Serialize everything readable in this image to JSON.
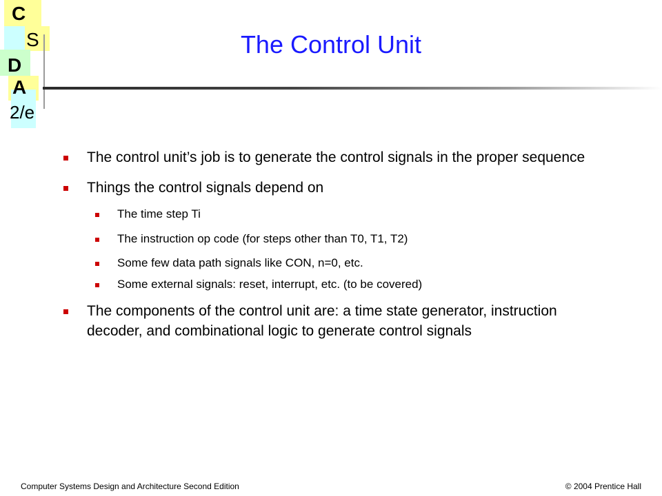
{
  "logo": {
    "letters": [
      "C",
      "S",
      "D",
      "A",
      "2/e"
    ],
    "colors": {
      "yellow": "#ffff99",
      "cyan": "#ccffff",
      "green": "#ccffcc"
    }
  },
  "slide": {
    "title": "The Control Unit",
    "title_color": "#1a1aff",
    "bullet_color": "#cc0000",
    "bullets": [
      {
        "level": 1,
        "text": "The control unit’s job is to generate the control signals in the proper sequence"
      },
      {
        "level": 1,
        "text": "Things the control signals depend on"
      },
      {
        "level": 2,
        "text": "The time step Ti"
      },
      {
        "level": 2,
        "text": "The instruction op code (for steps other than T0, T1, T2)"
      },
      {
        "level": 2,
        "text": "Some few data path signals like CON, n=0, etc."
      },
      {
        "level": 2,
        "text": "Some external signals: reset, interrupt, etc. (to be covered)"
      },
      {
        "level": 1,
        "text": "The components of the control unit are: a time state generator, instruction decoder, and combinational logic to generate control signals"
      }
    ]
  },
  "footer": {
    "left": "Computer Systems Design and Architecture Second Edition",
    "right": "© 2004 Prentice Hall"
  }
}
